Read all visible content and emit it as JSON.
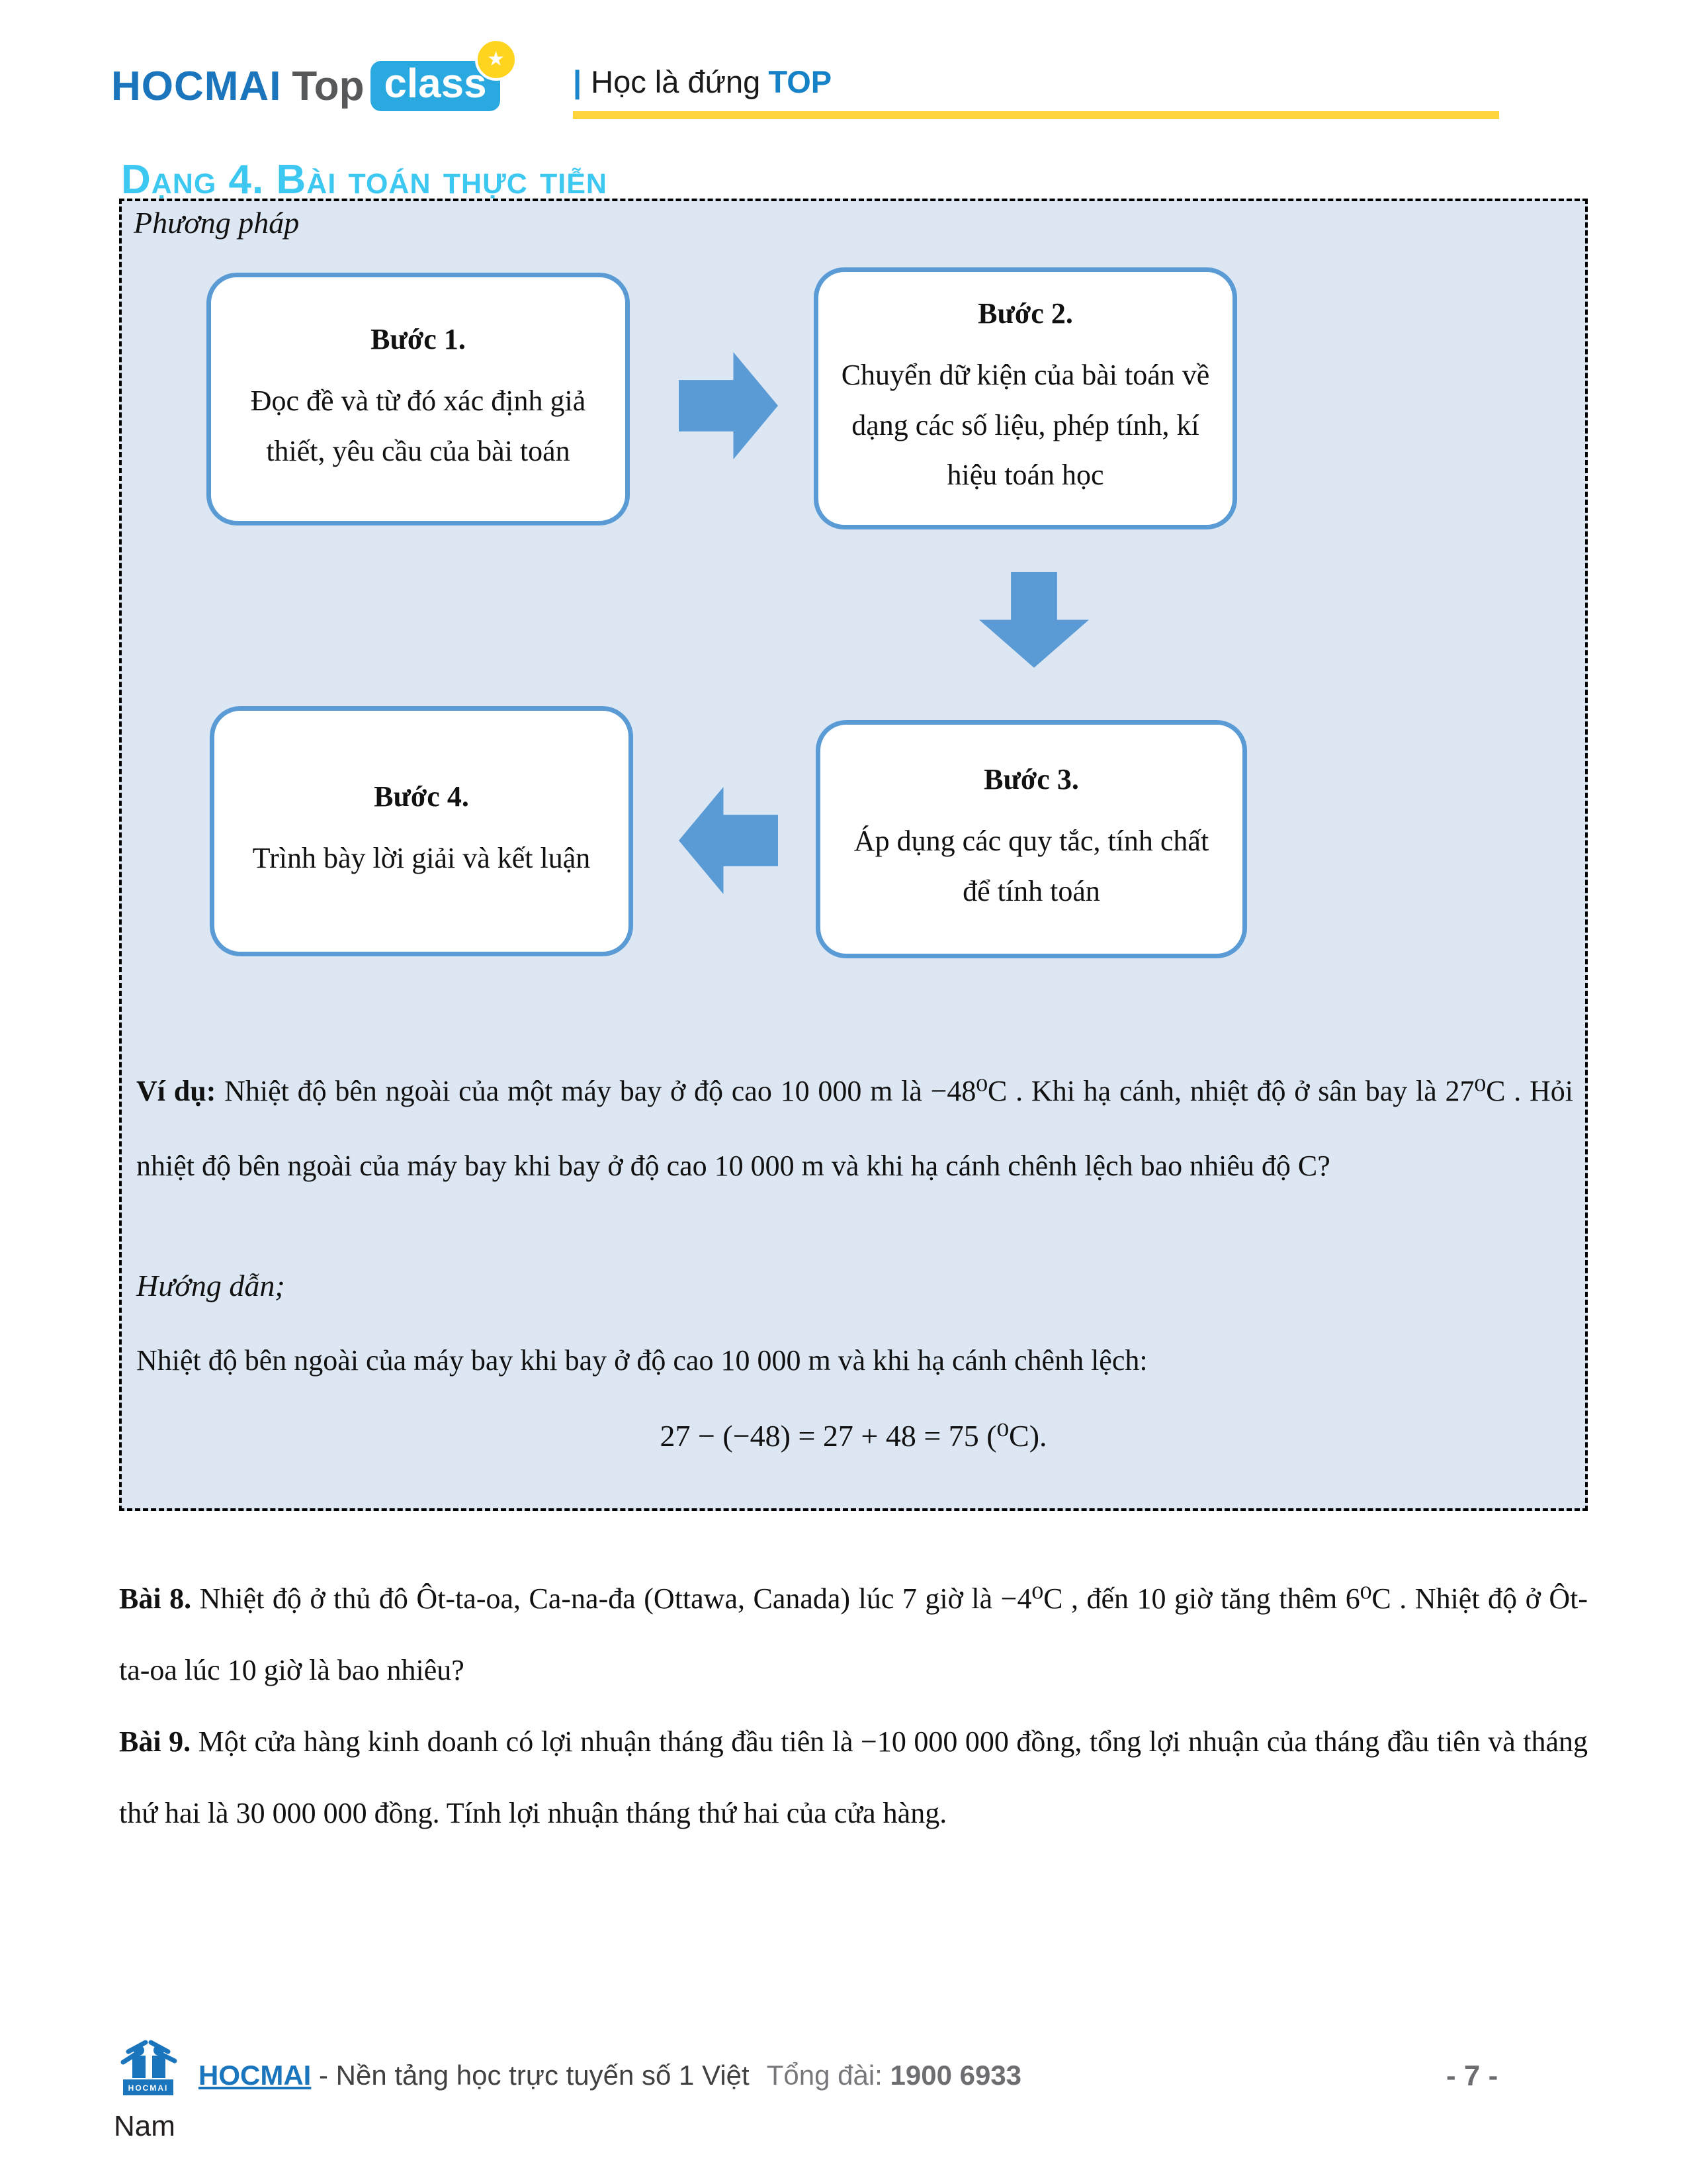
{
  "header": {
    "logo_hocmai": "HOCMAI",
    "logo_top": "Top",
    "logo_class": "class",
    "tagline_pipe": "|",
    "tagline_text": "Học là đứng",
    "tagline_top": "TOP"
  },
  "title": "Dạng 4. Bài toán thực tiễn",
  "method": {
    "label": "Phương pháp",
    "steps": [
      {
        "title": "Bước 1.",
        "text": "Đọc đề và từ đó xác định giả thiết, yêu cầu của bài toán"
      },
      {
        "title": "Bước 2.",
        "text": "Chuyển dữ kiện của bài toán về dạng các số liệu, phép tính, kí hiệu toán học"
      },
      {
        "title": "Bước 3.",
        "text": "Áp dụng các quy tắc, tính chất để tính toán"
      },
      {
        "title": "Bước 4.",
        "text": "Trình bày lời giải và kết luận"
      }
    ],
    "example_label": "Ví dụ:",
    "example_text": " Nhiệt độ bên ngoài của một máy bay ở độ cao 10 000 m là −48⁰C . Khi hạ cánh, nhiệt độ ở sân bay là 27⁰C . Hỏi nhiệt độ bên ngoài của máy bay khi bay ở độ cao 10 000 m và khi hạ cánh chênh lệch bao nhiêu độ C?",
    "guide_label": "Hướng dẫn;",
    "solution_text": "Nhiệt độ bên ngoài của máy bay khi bay ở độ cao 10 000 m và khi hạ cánh chênh lệch:",
    "formula": "27 − (−48) = 27 + 48 = 75 (⁰C)."
  },
  "problems": [
    {
      "label": "Bài 8.",
      "text": " Nhiệt độ ở thủ đô Ôt-ta-oa, Ca-na-đa (Ottawa, Canada) lúc 7 giờ là −4⁰C , đến 10 giờ tăng thêm 6⁰C . Nhiệt độ ở Ôt-ta-oa lúc 10 giờ là bao nhiêu?"
    },
    {
      "label": "Bài 9.",
      "text": " Một cửa hàng kinh doanh có lợi nhuận tháng đầu tiên là −10 000 000 đồng, tổng lợi nhuận của tháng đầu tiên và tháng thứ hai là 30 000 000 đồng. Tính lợi nhuận tháng thứ hai của cửa hàng."
    }
  ],
  "footer": {
    "logo_caption": "HOCMAI",
    "brand_link": "HOCMAI",
    "brand_text": " - Nền tảng học trực tuyến số 1 Việt",
    "brand_text2": "Nam",
    "hotline_label": "Tổng đài: ",
    "hotline_number": "1900 6933",
    "page_number": "- 7 -"
  },
  "colors": {
    "accent_cyan": "#3cc8f1",
    "brand_blue": "#1b75bc",
    "flow_blue": "#5b9bd5",
    "panel_bg": "#dce7f3",
    "underline_yellow": "#ffd43c"
  }
}
